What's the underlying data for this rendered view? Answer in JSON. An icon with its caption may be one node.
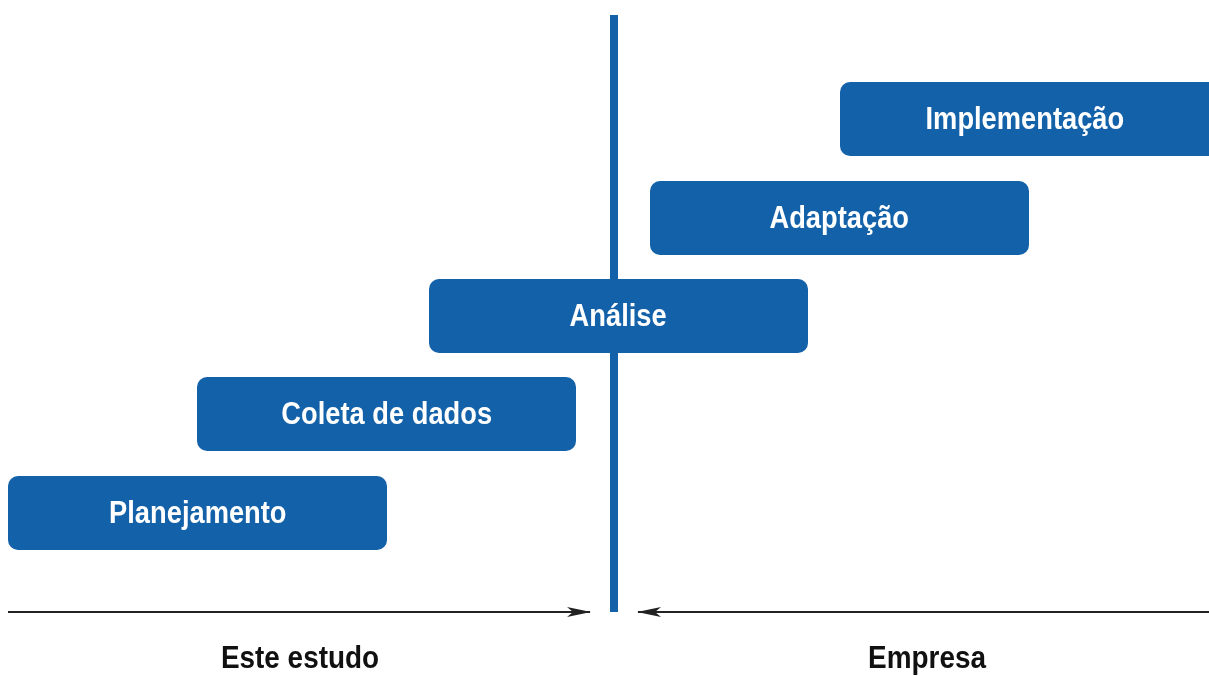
{
  "diagram": {
    "nodes": [
      {
        "text": [
          "Implementação"
        ]
      },
      {
        "text": [
          "Adaptação"
        ]
      },
      {
        "text": [
          "Análise"
        ]
      },
      {
        "text": [
          "Coleta de dados"
        ]
      },
      {
        "text": [
          "Planejamento"
        ]
      }
    ],
    "labels": [
      "Este estudo",
      "Empresa"
    ]
  }
}
